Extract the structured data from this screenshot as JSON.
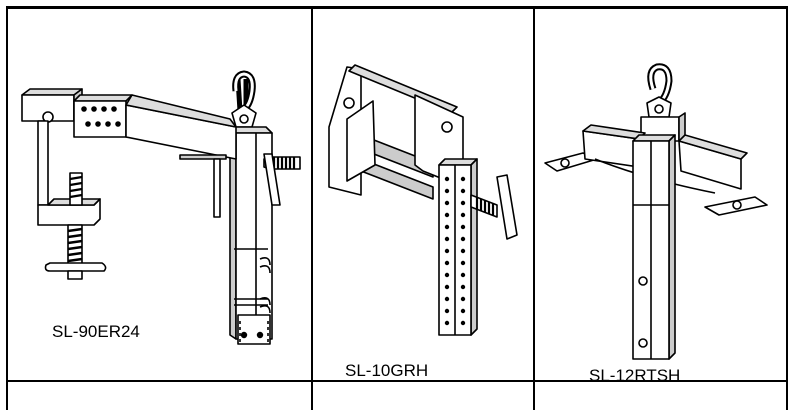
{
  "products": [
    {
      "model": "SL-90ER24",
      "icon": "beam-clamp-lifting-fixture-icon"
    },
    {
      "model": "SL-10GRH",
      "icon": "bracket-lifting-fixture-icon"
    },
    {
      "model": "SL-12RTSH",
      "icon": "saddle-lifting-fixture-icon"
    }
  ]
}
